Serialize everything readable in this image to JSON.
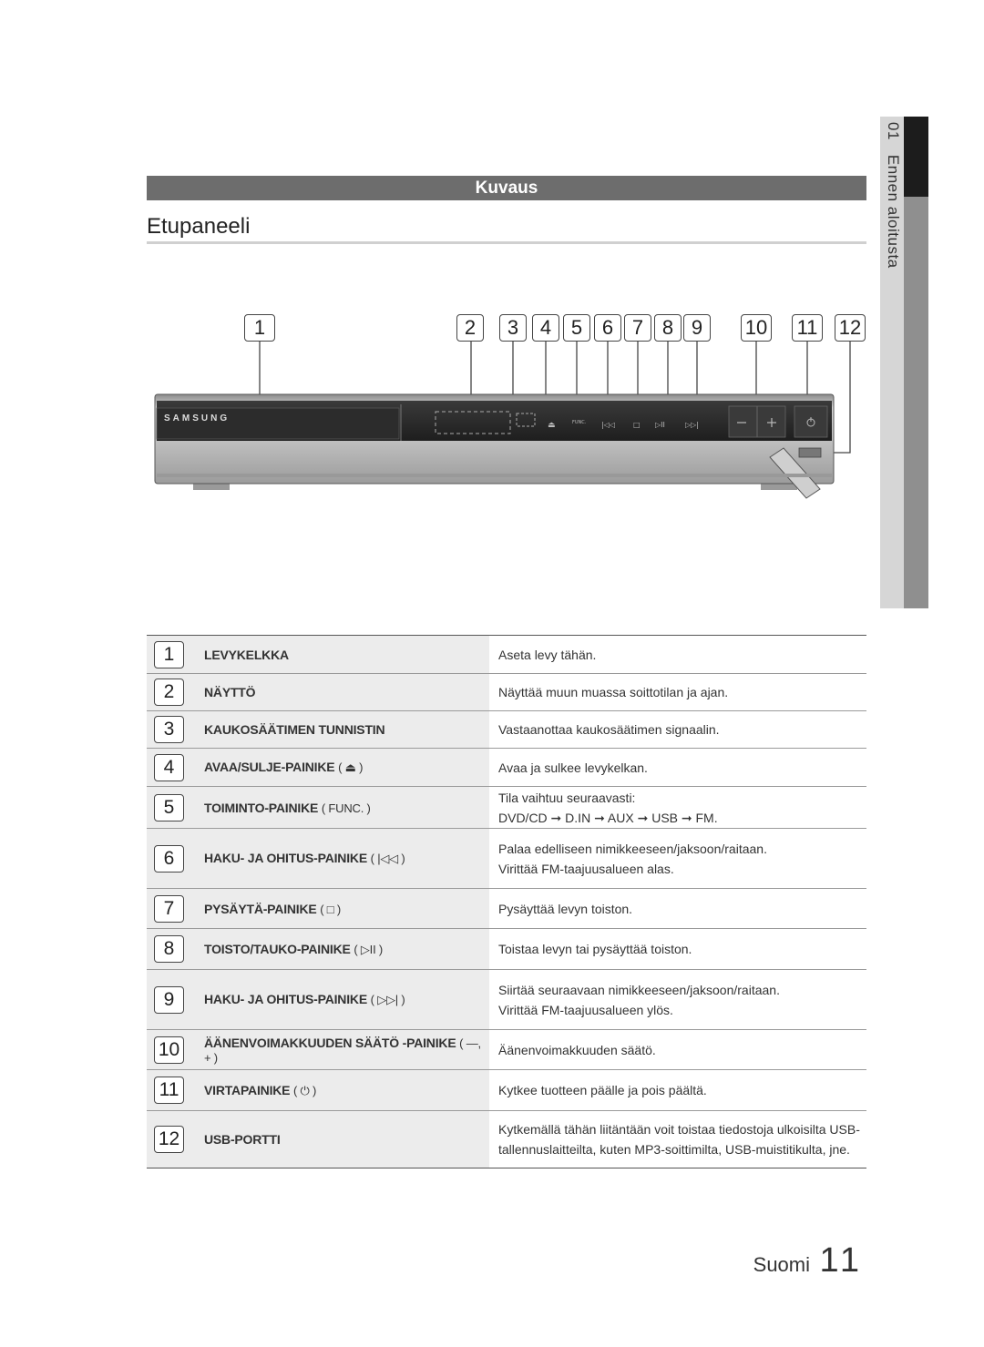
{
  "side_tab": {
    "chapter": "01",
    "title": "Ennen aloitusta"
  },
  "section": "Kuvaus",
  "page_title": "Etupaneeli",
  "callouts": [
    "1",
    "2",
    "3",
    "4",
    "5",
    "6",
    "7",
    "8",
    "9",
    "10",
    "11",
    "12"
  ],
  "device": {
    "brand": "SAMSUNG",
    "func_label": "FUNC."
  },
  "rows": [
    {
      "num": "1",
      "label": "LEVYKELKKA",
      "symbol": "",
      "desc": [
        "Aseta levy tähän."
      ]
    },
    {
      "num": "2",
      "label": "NÄYTTÖ",
      "symbol": "",
      "desc": [
        "Näyttää muun muassa soittotilan ja ajan."
      ]
    },
    {
      "num": "3",
      "label": "KAUKOSÄÄTIMEN TUNNISTIN",
      "symbol": "",
      "desc": [
        "Vastaanottaa kaukosäätimen signaalin."
      ]
    },
    {
      "num": "4",
      "label": "AVAA/SULJE-PAINIKE",
      "symbol": "( ⏏ )",
      "desc": [
        "Avaa ja sulkee levykelkan."
      ]
    },
    {
      "num": "5",
      "label": "TOIMINTO-PAINIKE",
      "symbol": "( FUNC. )",
      "desc": [
        "Tila vaihtuu seuraavasti:",
        "DVD/CD ➞ D.IN ➞ AUX ➞ USB ➞ FM."
      ]
    },
    {
      "num": "6",
      "label": "HAKU- JA OHITUS-PAINIKE",
      "symbol": "( |◁◁ )",
      "desc": [
        "Palaa edelliseen nimikkeeseen/jaksoon/raitaan.",
        "Virittää FM-taajuusalueen alas."
      ]
    },
    {
      "num": "7",
      "label": "PYSÄYTÄ-PAINIKE",
      "symbol": "( □ )",
      "desc": [
        "Pysäyttää levyn toiston."
      ]
    },
    {
      "num": "8",
      "label": "TOISTO/TAUKO-PAINIKE",
      "symbol": "( ▷II )",
      "desc": [
        "Toistaa levyn tai pysäyttää toiston."
      ]
    },
    {
      "num": "9",
      "label": "HAKU- JA OHITUS-PAINIKE",
      "symbol": "( ▷▷| )",
      "desc": [
        "Siirtää seuraavaan nimikkeeseen/jaksoon/raitaan.",
        "Virittää FM-taajuusalueen ylös."
      ]
    },
    {
      "num": "10",
      "label": "ÄÄNENVOIMAKKUUDEN SÄÄTÖ -PAINIKE",
      "symbol": "( —, + )",
      "desc": [
        "Äänenvoimakkuuden säätö."
      ]
    },
    {
      "num": "11",
      "label": "VIRTAPAINIKE",
      "symbol": "( ⏻ )",
      "desc": [
        "Kytkee tuotteen päälle ja pois päältä."
      ]
    },
    {
      "num": "12",
      "label": "USB-PORTTI",
      "symbol": "",
      "desc": [
        "Kytkemällä tähän liitäntään voit toistaa tiedostoja ulkoisilta USB-",
        "tallennuslaitteilta, kuten MP3-soittimilta, USB-muistitikulta, jne."
      ]
    }
  ],
  "footer": {
    "language": "Suomi",
    "page": "11"
  }
}
